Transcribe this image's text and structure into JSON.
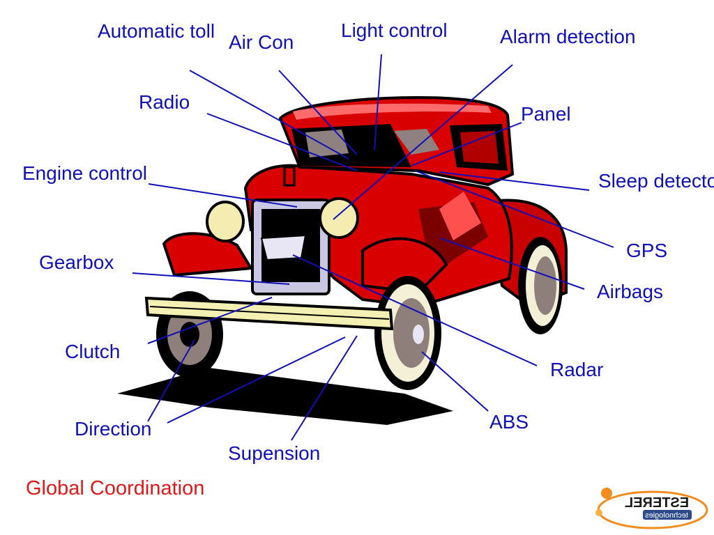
{
  "labels": {
    "automatic_toll": "Automatic toll",
    "air_con": "Air Con",
    "light_control": "Light control",
    "alarm_detection": "Alarm detection",
    "radio": "Radio",
    "panel": "Panel",
    "engine_control": "Engine control",
    "sleep_detector": "Sleep detector",
    "gearbox": "Gearbox",
    "gps": "GPS",
    "airbags": "Airbags",
    "clutch": "Clutch",
    "radar": "Radar",
    "direction": "Direction",
    "abs": "ABS",
    "supension": "Supension"
  },
  "footer": {
    "title": "Global Coordination"
  },
  "logo": {
    "line1": "ESTEREL",
    "line2": "technologies"
  },
  "colors": {
    "label_text": "#1010b8",
    "leader_lines": "#1010b8",
    "footer_text": "#e01818",
    "car_body": "#d80000",
    "car_shadow": "#000000",
    "bumper": "#f4f0b4",
    "logo_orange": "#f28c1c"
  }
}
